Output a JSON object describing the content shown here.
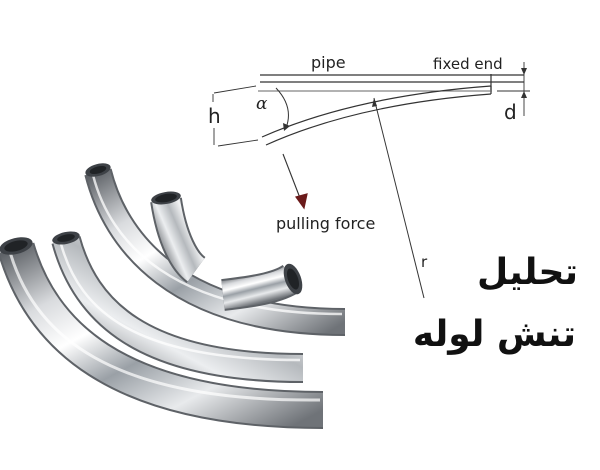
{
  "diagram": {
    "label_pipe": "pipe",
    "label_fixed_end": "fixed end",
    "label_h": "h",
    "label_alpha": "α",
    "label_d": "d",
    "label_pulling_force": "pulling force",
    "label_r": "r"
  },
  "title": {
    "line1": "تحلیل",
    "line2": "تنش لوله"
  },
  "colors": {
    "line": "#333333",
    "arrow_head": "#6b1a1a",
    "text": "#111111",
    "steel_dark": "#6f7378",
    "steel_light": "#f4f5f6"
  },
  "icons": [
    "bent-pipe-1",
    "bent-pipe-2",
    "bent-pipe-3",
    "bent-pipe-4",
    "elbow-fitting",
    "short-elbow-fitting"
  ]
}
